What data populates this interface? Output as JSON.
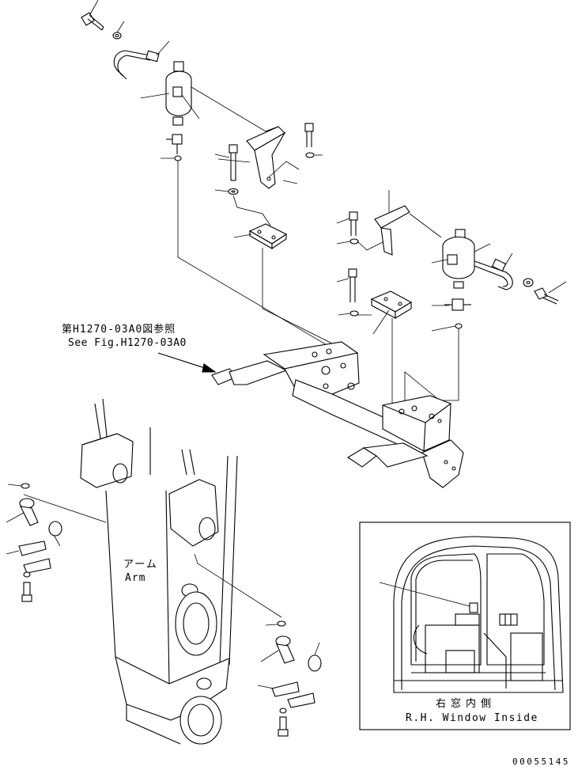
{
  "reference": {
    "jp": "第H1270-03A0図参照",
    "en": "See Fig.H1270-03A0"
  },
  "arm": {
    "jp": "アーム",
    "en": "Arm"
  },
  "inset": {
    "jp": "右窓内側",
    "en": "R.H. Window Inside"
  },
  "drawing_code": "00055145"
}
